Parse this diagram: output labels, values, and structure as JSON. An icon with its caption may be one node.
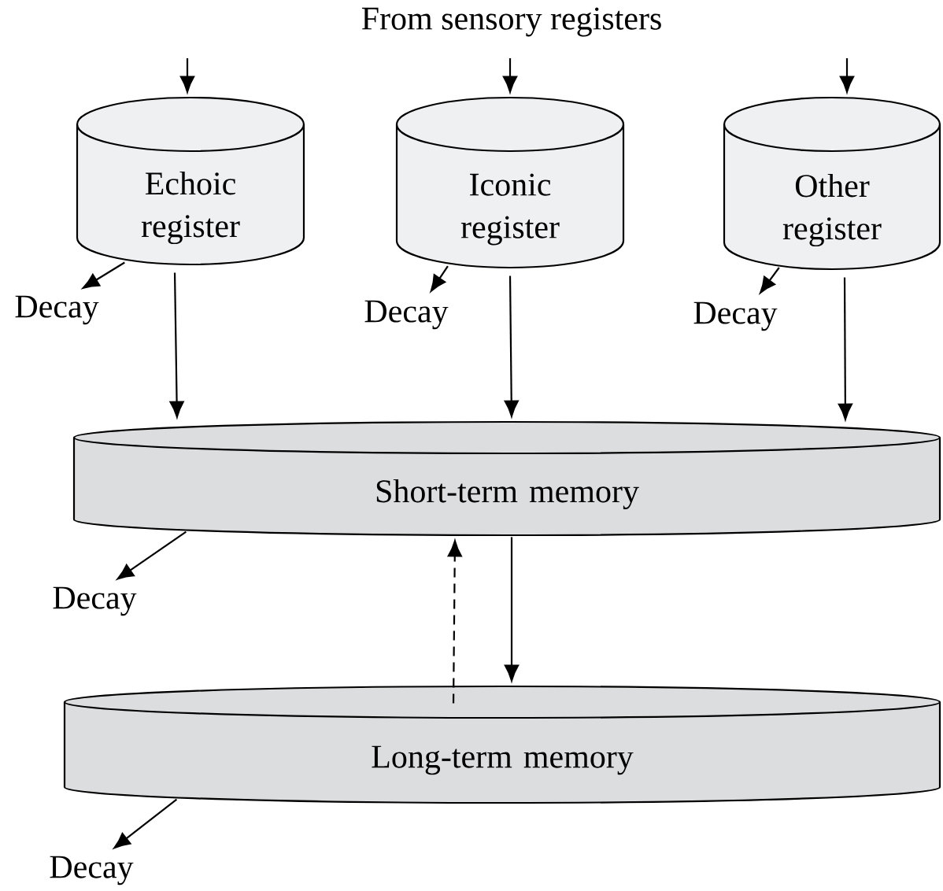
{
  "diagram": {
    "nodes": [
      {
        "text": [
          "Echoic register"
        ]
      },
      {
        "text": [
          "Iconic register"
        ]
      },
      {
        "text": [
          "Other register"
        ]
      },
      {
        "text": [
          "Short-term memory"
        ]
      },
      {
        "text": [
          "Long-term memory"
        ]
      },
      {
        "text": [
          "Decay"
        ]
      },
      {
        "text": [
          "Decay"
        ]
      },
      {
        "text": [
          "Decay"
        ]
      },
      {
        "text": [
          "Decay"
        ]
      },
      {
        "text": [
          "Decay"
        ]
      }
    ],
    "edges": [
      {
        "from": null,
        "to": 0,
        "arrow": "to"
      },
      {
        "from": null,
        "to": 1,
        "arrow": "to"
      },
      {
        "from": null,
        "to": 2,
        "arrow": "to"
      },
      {
        "from": 0,
        "to": 3,
        "arrow": "to"
      },
      {
        "from": 1,
        "to": 3,
        "arrow": "to"
      },
      {
        "from": 2,
        "to": 3,
        "arrow": "to"
      },
      {
        "from": 0,
        "to": 5,
        "arrow": "to"
      },
      {
        "from": 1,
        "to": 6,
        "arrow": "to"
      },
      {
        "from": 2,
        "to": 7,
        "arrow": "to"
      },
      {
        "from": 3,
        "to": 4,
        "arrow": "to"
      },
      {
        "from": 4,
        "to": 3,
        "arrow": "to",
        "style": "dashed"
      },
      {
        "from": 3,
        "to": 8,
        "arrow": "to"
      },
      {
        "from": 4,
        "to": 9,
        "arrow": "to"
      }
    ],
    "labels": [
      "From sensory registers"
    ]
  }
}
